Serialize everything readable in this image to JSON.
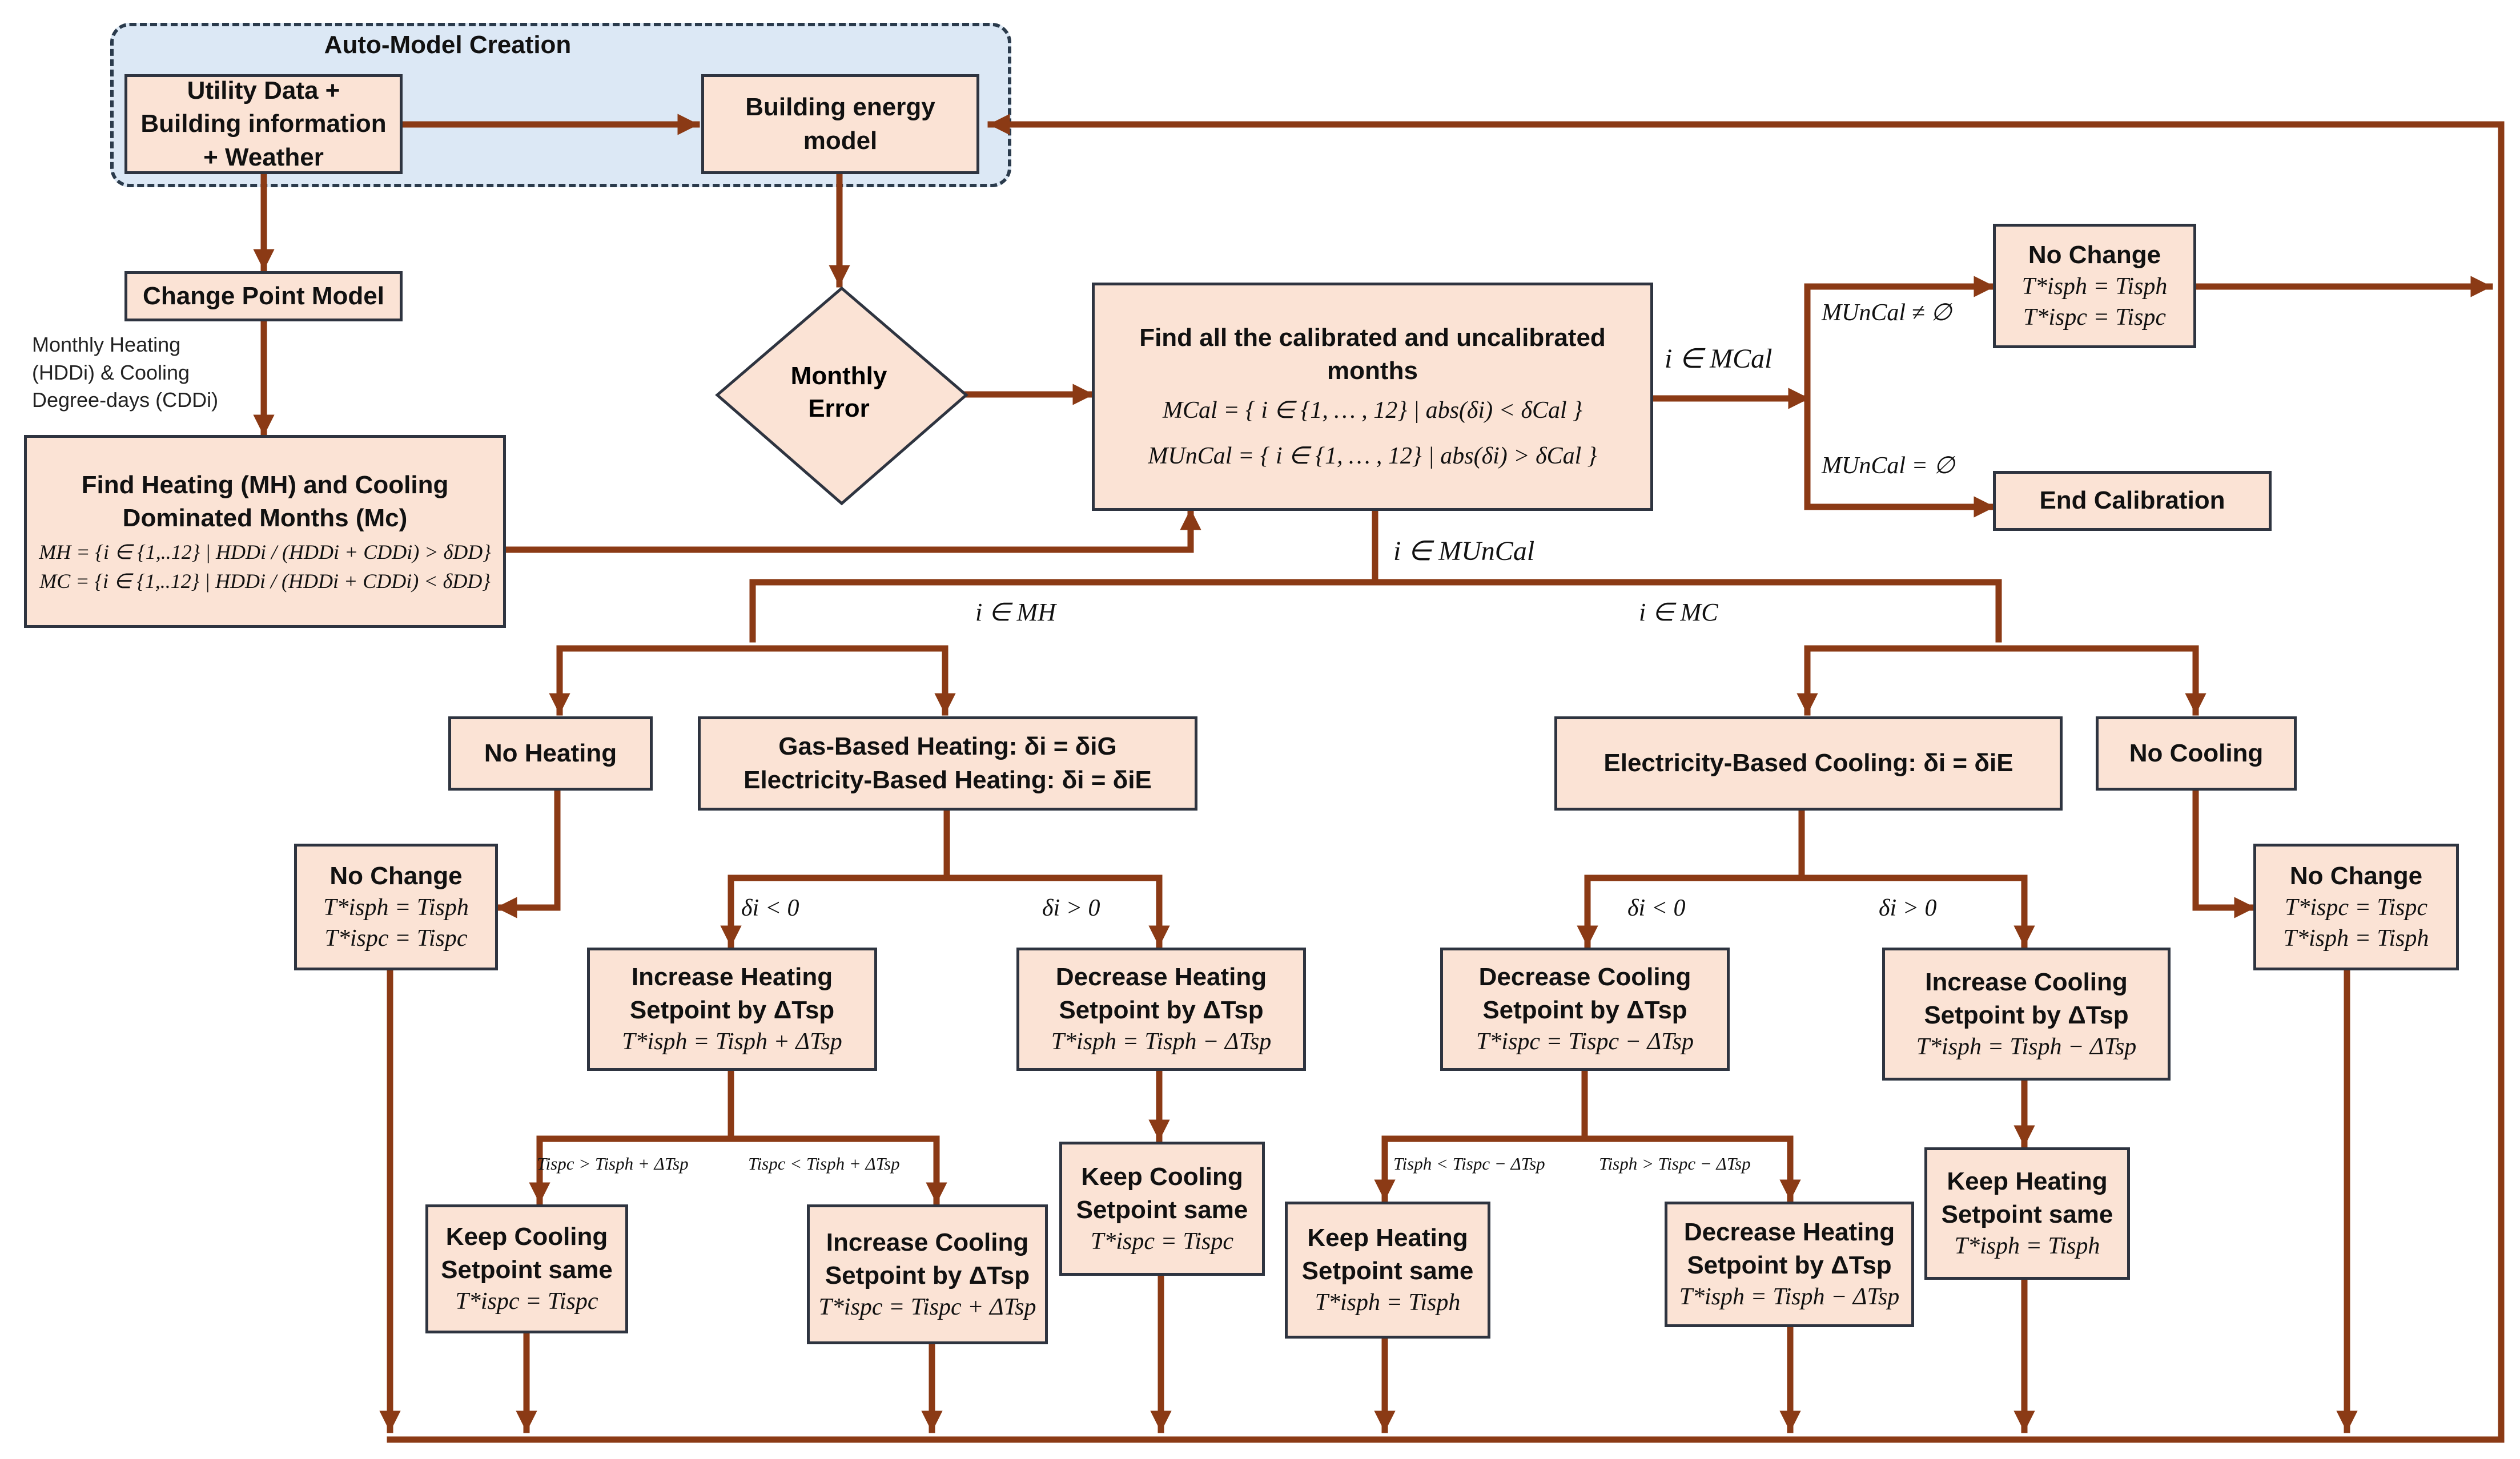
{
  "colors": {
    "arrow": "#8b3a15",
    "box_fill": "#fbe3d5",
    "box_border": "#2e3440",
    "group_fill": "#dce8f5"
  },
  "auto_model": {
    "title": "Auto-Model Creation",
    "inputs": [
      "Utility Data +",
      "Building information",
      "+ Weather"
    ],
    "energy_model": [
      "Building energy",
      "model"
    ]
  },
  "change_point": {
    "title": "Change Point Model",
    "note": [
      "Monthly Heating",
      "(HDDi) & Cooling",
      "Degree-days (CDDi)"
    ]
  },
  "dominated": {
    "title": [
      "Find Heating (MH) and Cooling",
      "Dominated Months (Mc)"
    ],
    "mh": "MH = {i ∈ {1,..12} | HDDi / (HDDi + CDDi) > δDD}",
    "mc": "MC = {i ∈ {1,..12} | HDDi / (HDDi + CDDi) < δDD}"
  },
  "monthly_error": [
    "Monthly",
    "Error"
  ],
  "calibrated": {
    "title": [
      "Find all the calibrated and uncalibrated",
      "months"
    ],
    "mcal": "MCal = { i ∈ {1, … , 12} | abs(δi) < δCal }",
    "muncal": "MUnCal = { i ∈ {1, … , 12} | abs(δi) > δCal }"
  },
  "branch_labels": {
    "i_in_mcal": "i ∈ MCal",
    "i_in_muncal": "i ∈ MUnCal",
    "muncal_nonempty": "MUnCal ≠ ∅",
    "muncal_empty": "MUnCal = ∅",
    "i_in_mh": "i ∈ MH",
    "i_in_mc": "i ∈ MC",
    "delta_neg_h": "δi < 0",
    "delta_pos_h": "δi > 0",
    "delta_neg_c": "δi < 0",
    "delta_pos_c": "δi > 0",
    "cond_h_left": "Tispc > Tisph + ΔTsp",
    "cond_h_right": "Tispc < Tisph + ΔTsp",
    "cond_c_left": "Tisph < Tispc − ΔTsp",
    "cond_c_right": "Tisph > Tispc − ΔTsp"
  },
  "top_no_change": {
    "title": "No Change",
    "eq1": "T*isph = Tisph",
    "eq2": "T*ispc = Tispc"
  },
  "end_calibration": "End Calibration",
  "no_heating": "No Heating",
  "no_cooling": "No Cooling",
  "heating_types": [
    "Gas-Based Heating: δi = δiG",
    "Electricity-Based Heating: δi = δiE"
  ],
  "cooling_type": "Electricity-Based Cooling: δi = δiE",
  "no_change_left": {
    "title": "No Change",
    "eq1": "T*isph = Tisph",
    "eq2": "T*ispc = Tispc"
  },
  "no_change_right": {
    "title": "No Change",
    "eq1": "T*ispc = Tispc",
    "eq2": "T*isph = Tisph"
  },
  "inc_heating": {
    "title": [
      "Increase Heating",
      "Setpoint by ΔTsp"
    ],
    "eq": "T*isph = Tisph + ΔTsp"
  },
  "dec_heating": {
    "title": [
      "Decrease Heating",
      "Setpoint by ΔTsp"
    ],
    "eq": "T*isph = Tisph − ΔTsp"
  },
  "dec_cooling": {
    "title": [
      "Decrease Cooling",
      "Setpoint by ΔTsp"
    ],
    "eq": "T*ispc = Tispc − ΔTsp"
  },
  "inc_cooling_top": {
    "title": [
      "Increase Cooling",
      "Setpoint by ΔTsp"
    ],
    "eq": "T*isph = Tisph − ΔTsp"
  },
  "keep_cooling_1": {
    "title": [
      "Keep Cooling",
      "Setpoint same"
    ],
    "eq": "T*ispc = Tispc"
  },
  "inc_cooling_bottom": {
    "title": [
      "Increase Cooling",
      "Setpoint by ΔTsp"
    ],
    "eq": "T*ispc = Tispc + ΔTsp"
  },
  "keep_cooling_2": {
    "title": [
      "Keep Cooling",
      "Setpoint same"
    ],
    "eq": "T*ispc = Tispc"
  },
  "keep_heating_1": {
    "title": [
      "Keep Heating",
      "Setpoint same"
    ],
    "eq": "T*isph = Tisph"
  },
  "dec_heating_bottom": {
    "title": [
      "Decrease Heating",
      "Setpoint by ΔTsp"
    ],
    "eq": "T*isph = Tisph − ΔTsp"
  },
  "keep_heating_2": {
    "title": [
      "Keep Heating",
      "Setpoint same"
    ],
    "eq": "T*isph = Tisph"
  }
}
